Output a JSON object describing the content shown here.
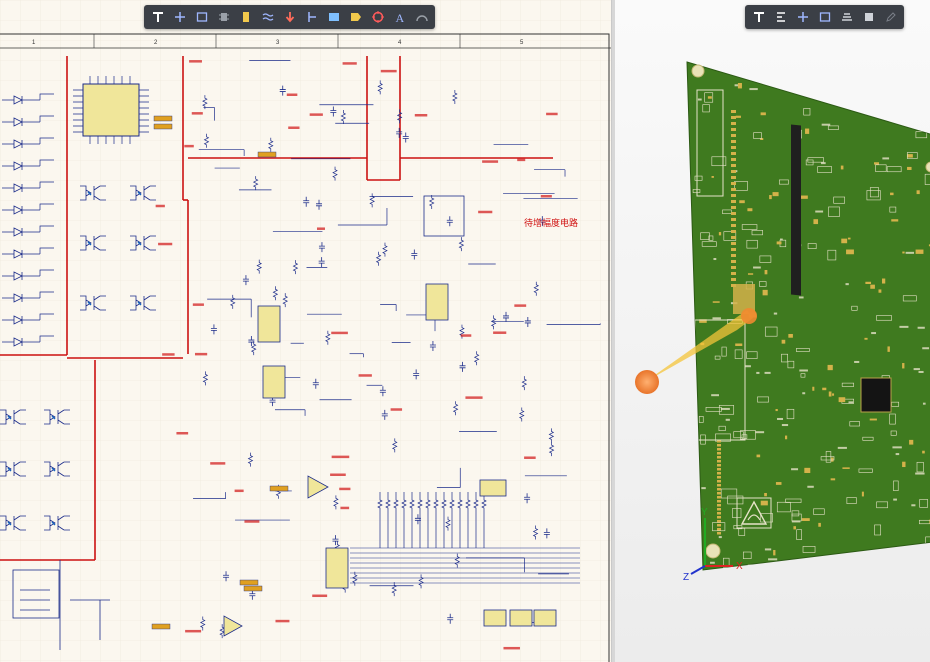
{
  "schematic": {
    "toolbar": {
      "tools": [
        {
          "icon": "text-tool-icon"
        },
        {
          "icon": "crosshair-icon"
        },
        {
          "icon": "rectangle-icon"
        },
        {
          "icon": "component-icon"
        },
        {
          "icon": "highlight-icon"
        },
        {
          "icon": "wire-icon"
        },
        {
          "icon": "arrow-down-icon"
        },
        {
          "icon": "power-port-icon"
        },
        {
          "icon": "note-icon"
        },
        {
          "icon": "tag-icon"
        },
        {
          "icon": "probe-icon"
        },
        {
          "icon": "text-a-icon"
        },
        {
          "icon": "arc-icon"
        }
      ]
    },
    "border": {
      "column_markers": [
        "1",
        "2",
        "3",
        "4",
        "5"
      ]
    },
    "note": "待增幅度电路",
    "colors": {
      "wire": "#1b2b8a",
      "border": "#cc1111",
      "paper": "#fbf7ef",
      "label": "#cc1111"
    }
  },
  "pcb_view": {
    "toolbar": {
      "tools": [
        {
          "icon": "text-tool-icon"
        },
        {
          "icon": "select-icon"
        },
        {
          "icon": "crosshair-icon"
        },
        {
          "icon": "rectangle-icon"
        },
        {
          "icon": "layer-stack-icon"
        },
        {
          "icon": "board-icon"
        },
        {
          "icon": "edit-icon"
        }
      ]
    },
    "axes": {
      "x": "X",
      "y": "Y",
      "z": "Z"
    },
    "colors": {
      "board": "#3f7a1f",
      "silkscreen": "#e6e2c8",
      "pad": "#d4b24a",
      "chip": "#141414",
      "probe": "#f08a30"
    }
  }
}
